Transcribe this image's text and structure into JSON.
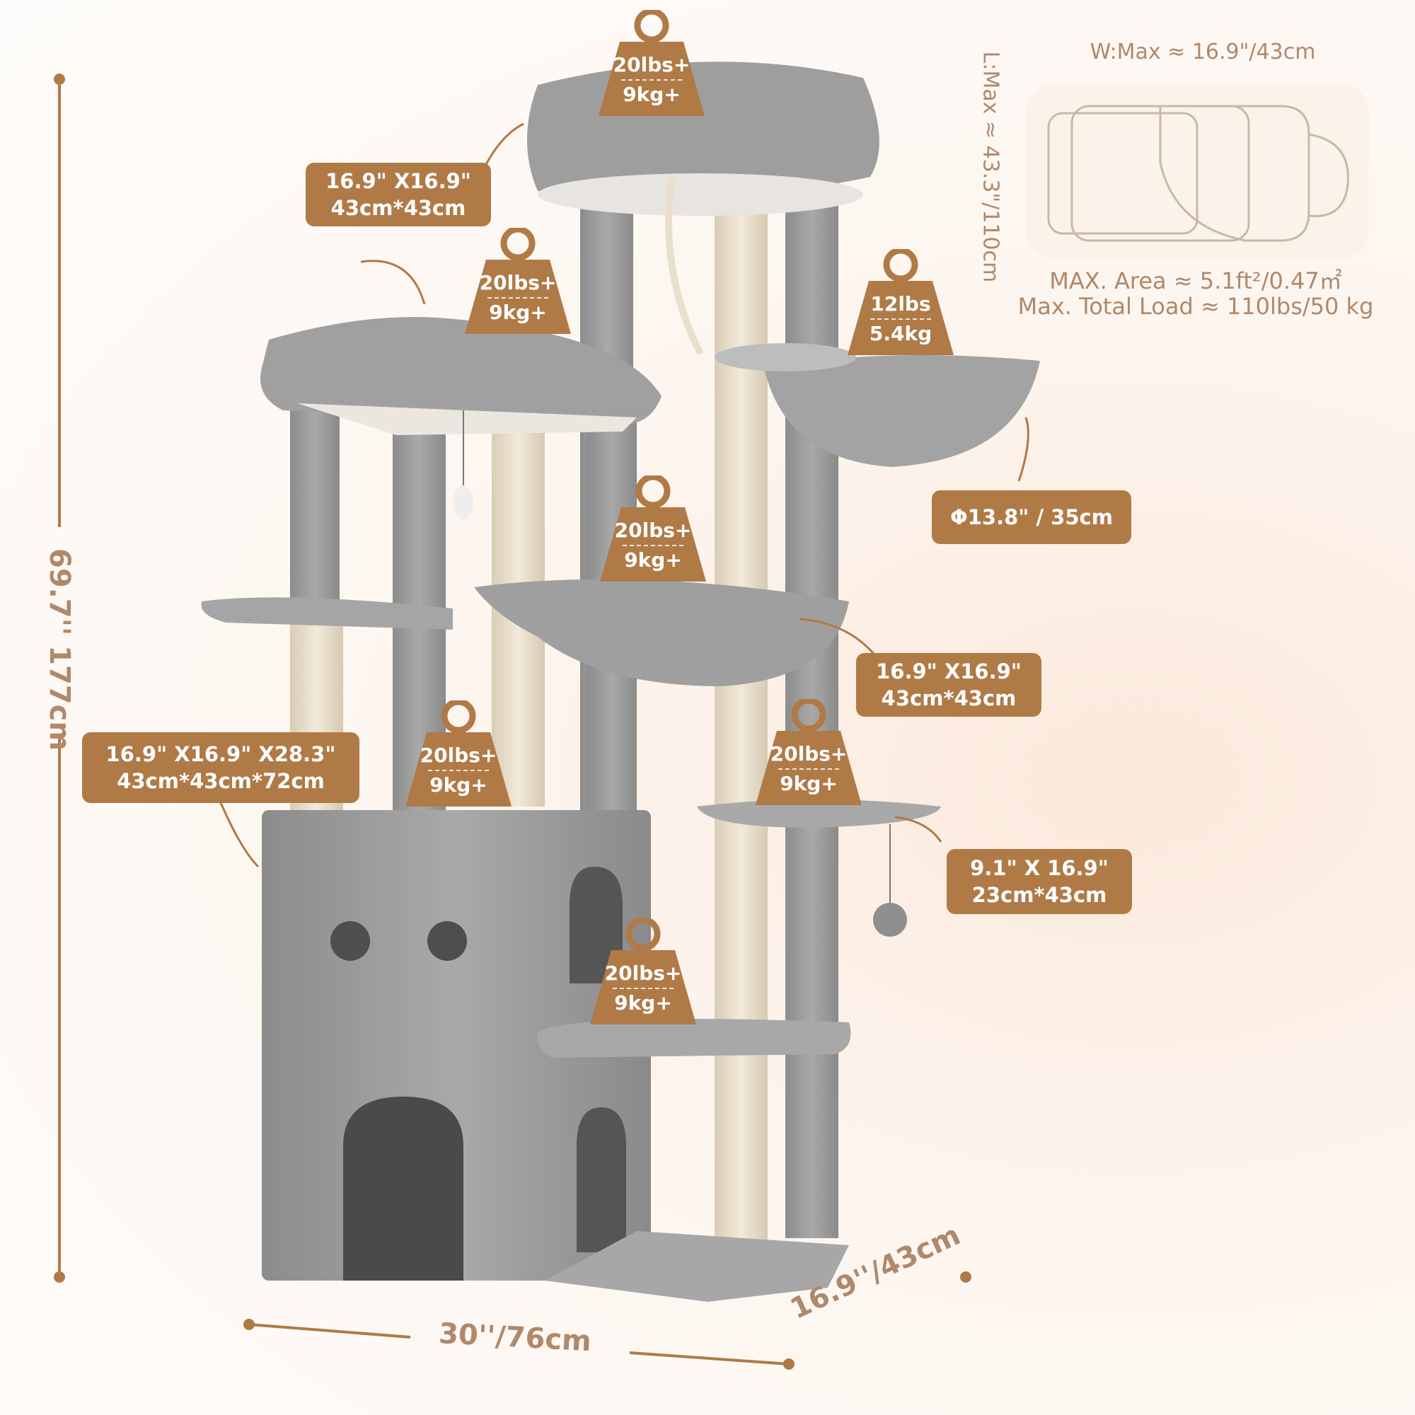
{
  "dimensions": {
    "height": "69.7'' 177cm",
    "width": "30''/76cm",
    "depth": "16.9''/43cm"
  },
  "footprint": {
    "width_label": "W:Max ≈ 16.9\"/43cm",
    "length_label": "L:Max ≈ 43.3\"/110cm",
    "area_label": "MAX. Area ≈ 5.1ft²/0.47㎡",
    "load_label": "Max. Total Load  ≈  110lbs/50 kg"
  },
  "labels": {
    "top_perch": [
      "16.9\"  X16.9\"",
      "43cm*43cm"
    ],
    "basket": [
      "Φ13.8\"  / 35cm"
    ],
    "hammock": [
      "16.9\"  X16.9\"",
      "43cm*43cm"
    ],
    "condo": [
      "16.9\"  X16.9\"  X28.3\"",
      "43cm*43cm*72cm"
    ],
    "step": [
      "9.1\"  X 16.9\"",
      "23cm*43cm"
    ]
  },
  "weights": {
    "top": [
      "20lbs+",
      "9kg+"
    ],
    "left_perch": [
      "20lbs+",
      "9kg+"
    ],
    "basket": [
      "12lbs",
      "5.4kg"
    ],
    "hammock": [
      "20lbs+",
      "9kg+"
    ],
    "condo": [
      "20lbs+",
      "9kg+"
    ],
    "step": [
      "20lbs+",
      "9kg+"
    ],
    "platform": [
      "20lbs+",
      "9kg+"
    ]
  },
  "colors": {
    "accent": "#b07a47",
    "plush": "#9b9b9b",
    "sisal": "#e9dfcc",
    "text": "#b0886a"
  }
}
